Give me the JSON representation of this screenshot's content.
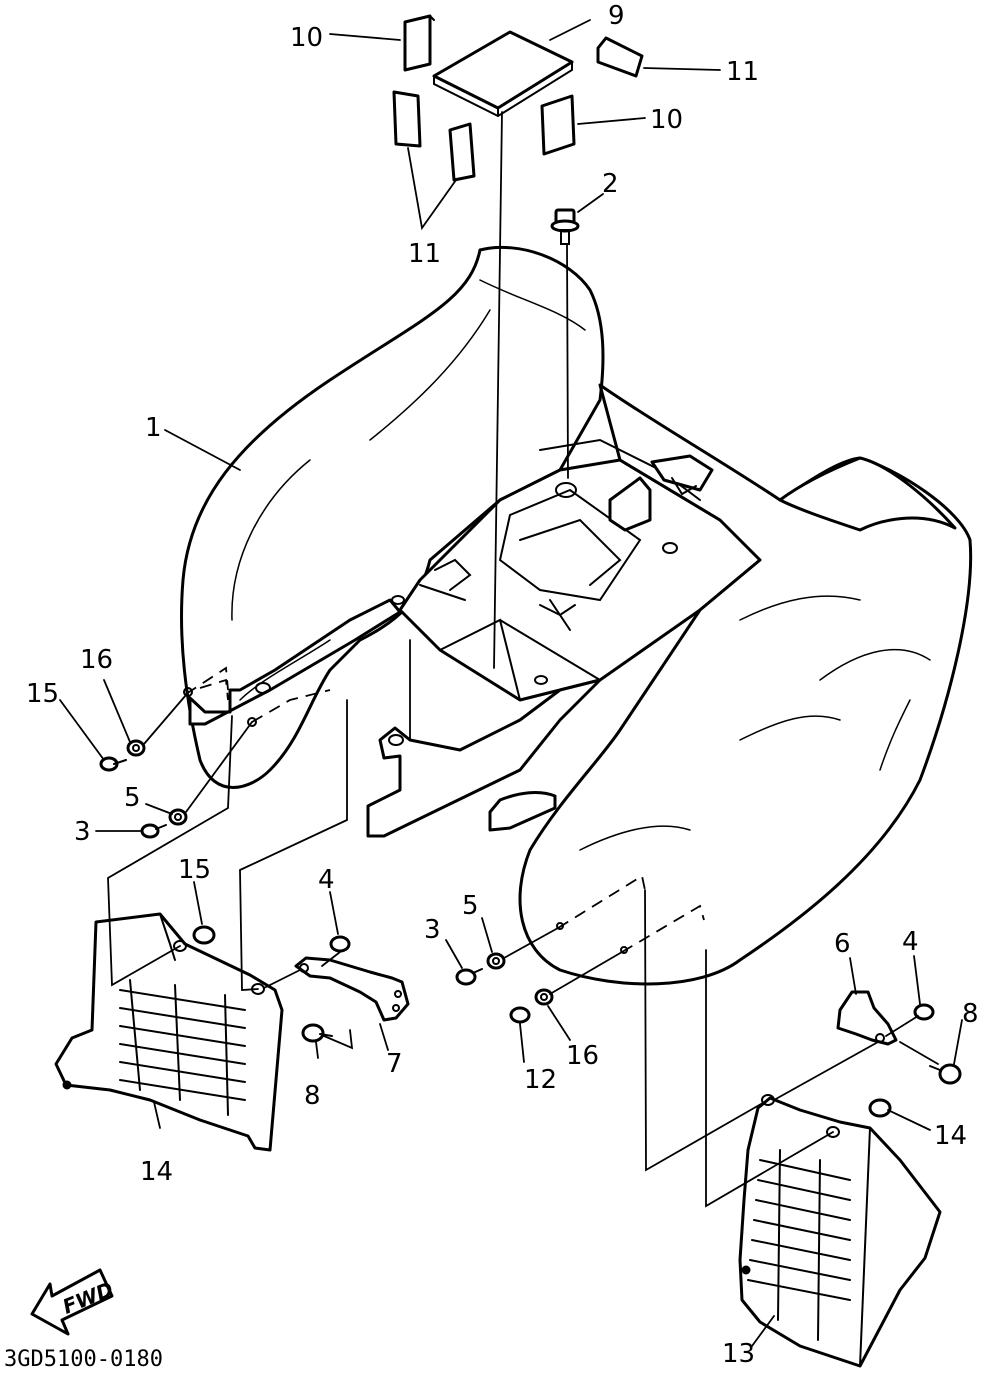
{
  "diagram": {
    "drawing_code": "3GD5100-0180",
    "direction_indicator": "FWD",
    "callouts": [
      {
        "id": "label-1",
        "text": "1"
      },
      {
        "id": "label-2",
        "text": "2"
      },
      {
        "id": "label-3-left",
        "text": "3"
      },
      {
        "id": "label-3-right",
        "text": "3"
      },
      {
        "id": "label-4-left",
        "text": "4"
      },
      {
        "id": "label-4-right",
        "text": "4"
      },
      {
        "id": "label-5-left",
        "text": "5"
      },
      {
        "id": "label-5-right",
        "text": "5"
      },
      {
        "id": "label-6",
        "text": "6"
      },
      {
        "id": "label-7",
        "text": "7"
      },
      {
        "id": "label-8-left",
        "text": "8"
      },
      {
        "id": "label-8-right",
        "text": "8"
      },
      {
        "id": "label-9",
        "text": "9"
      },
      {
        "id": "label-10-top",
        "text": "10"
      },
      {
        "id": "label-10-right",
        "text": "10"
      },
      {
        "id": "label-11-right",
        "text": "11"
      },
      {
        "id": "label-11-bottom",
        "text": "11"
      },
      {
        "id": "label-12",
        "text": "12"
      },
      {
        "id": "label-13",
        "text": "13"
      },
      {
        "id": "label-14-left",
        "text": "14"
      },
      {
        "id": "label-14-right",
        "text": "14"
      },
      {
        "id": "label-15-left",
        "text": "15"
      },
      {
        "id": "label-15-right",
        "text": "15"
      },
      {
        "id": "label-16-left",
        "text": "16"
      },
      {
        "id": "label-16-right",
        "text": "16"
      }
    ]
  }
}
